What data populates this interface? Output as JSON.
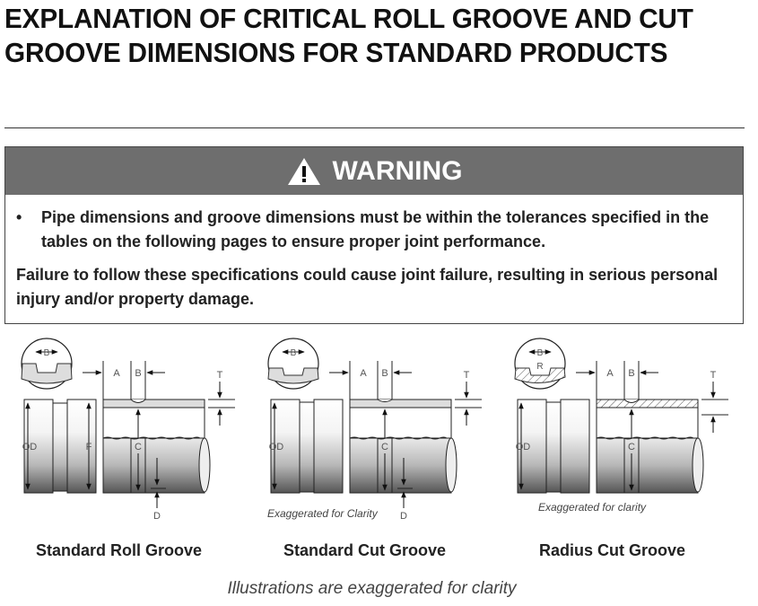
{
  "title": "EXPLANATION OF CRITICAL ROLL GROOVE AND CUT GROOVE DIMENSIONS FOR STANDARD PRODUCTS",
  "warning": {
    "heading": "WARNING",
    "icon": "warning-triangle-icon",
    "bullet": "Pipe dimensions and groove dimensions must be within the tolerances specified in the tables on the following pages to ensure proper joint performance.",
    "paragraph": "Failure to follow these specifications could cause joint failure, resulting in serious personal injury and/or property damage."
  },
  "diagrams": [
    {
      "caption": "Standard Roll Groove",
      "labels": {
        "A": "A",
        "B": "B",
        "T": "T",
        "OD": "OD",
        "F": "F",
        "C": "C",
        "D": "D"
      },
      "note": ""
    },
    {
      "caption": "Standard Cut Groove",
      "labels": {
        "A": "A",
        "B": "B",
        "T": "T",
        "OD": "OD",
        "C": "C",
        "D": "D"
      },
      "note": "Exaggerated for Clarity"
    },
    {
      "caption": "Radius Cut Groove",
      "labels": {
        "A": "A",
        "B": "B",
        "R": "R",
        "T": "T",
        "OD": "OD",
        "C": "C"
      },
      "note": "Exaggerated for clarity"
    }
  ],
  "footer": "Illustrations are exaggerated for clarity"
}
